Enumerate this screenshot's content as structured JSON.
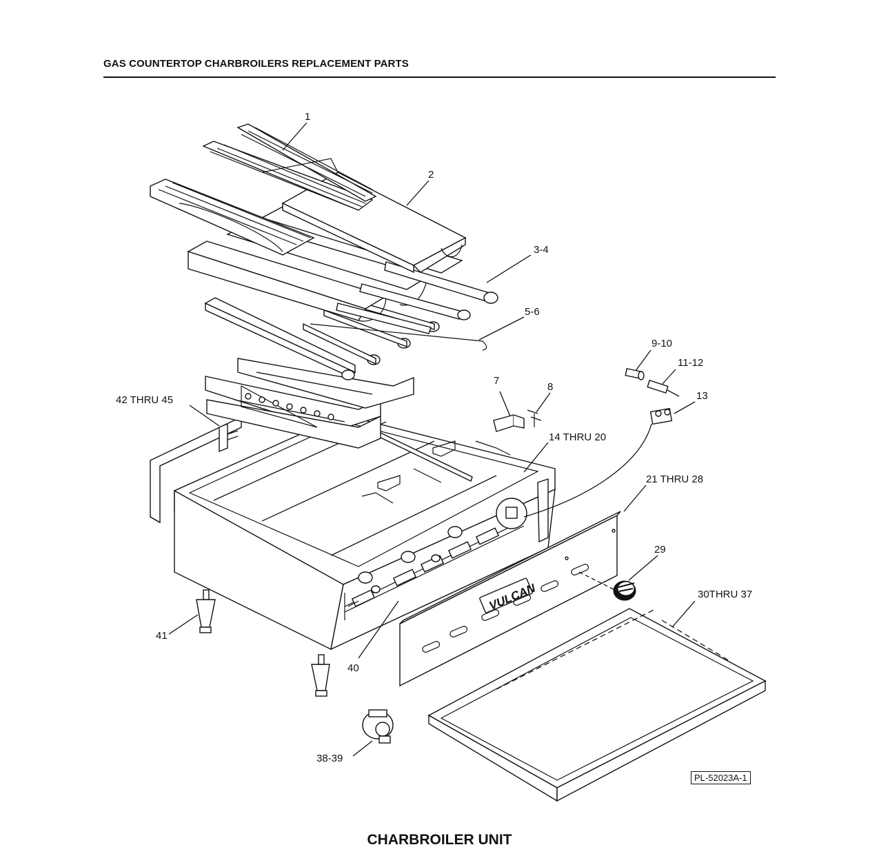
{
  "header": {
    "title": "GAS COUNTERTOP CHARBROILERS REPLACEMENT PARTS"
  },
  "callouts": {
    "c1": "1",
    "c2": "2",
    "c3": "3-4",
    "c5": "5-6",
    "c9": "9-10",
    "c11": "11-12",
    "c13": "13",
    "c7": "7",
    "c8": "8",
    "c14": "14 THRU 20",
    "c42": "42 THRU 45",
    "c21": "21 THRU 28",
    "c29": "29",
    "c30": "30THRU 37",
    "c41": "41",
    "c40": "40",
    "c38": "38-39"
  },
  "brand": {
    "logo_text": "VULCAN"
  },
  "drawing_number": "PL-52023A-1",
  "caption": "CHARBROILER UNIT"
}
